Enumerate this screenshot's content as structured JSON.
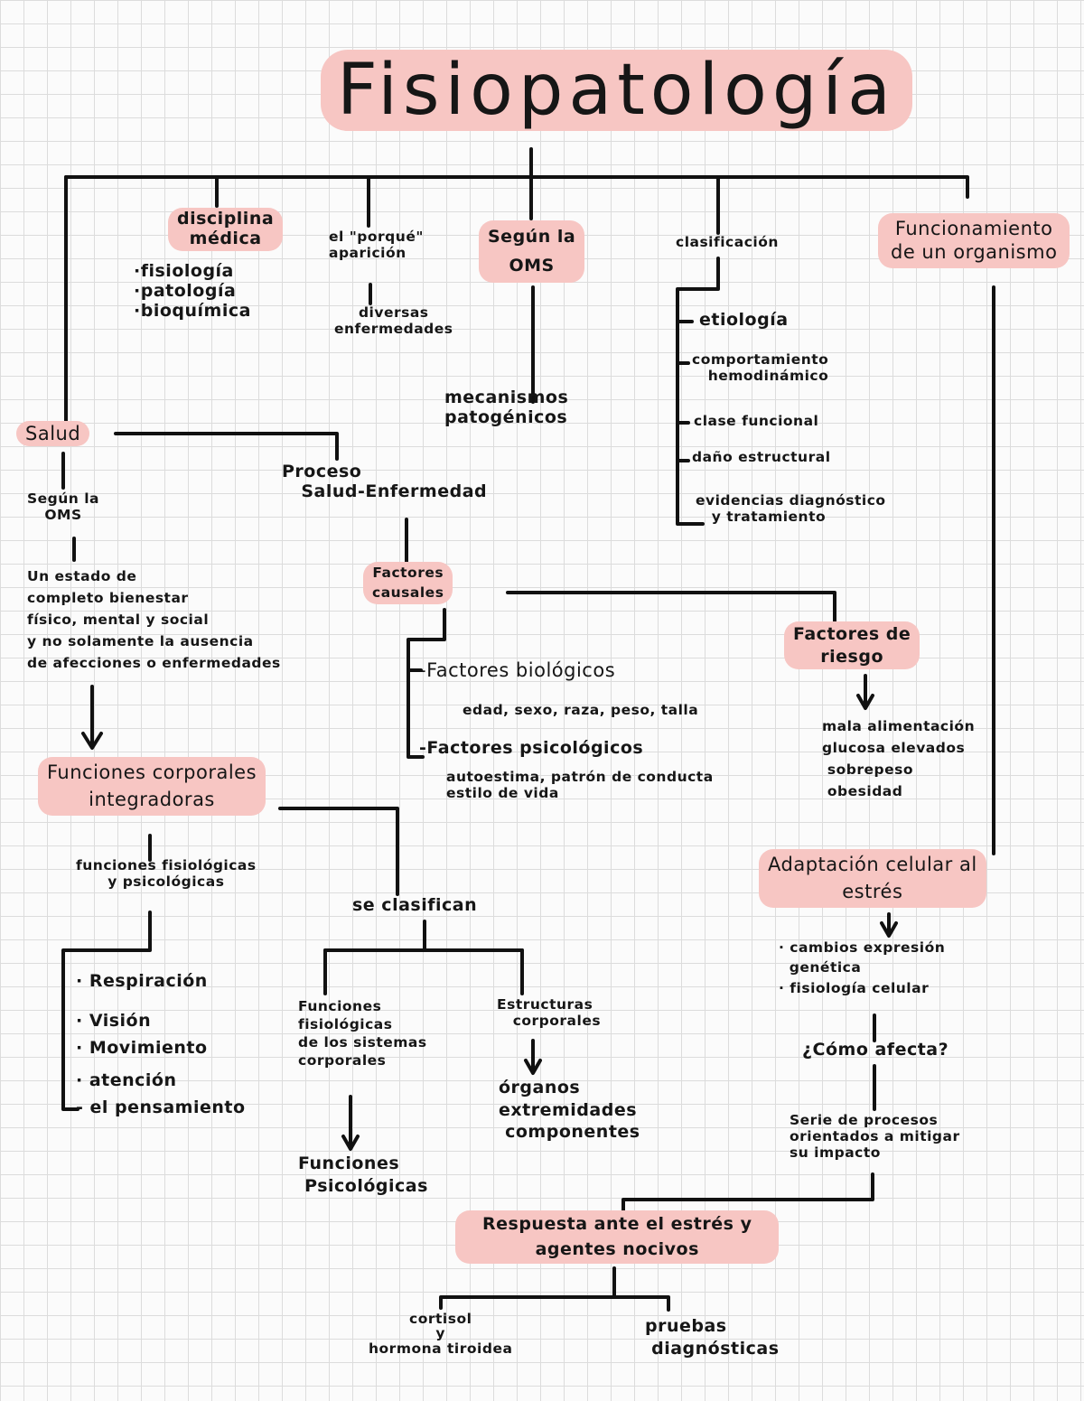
{
  "title": "Fisiopatología",
  "disciplina": {
    "label": "disciplina\nmédica",
    "items": "·fisiología\n·patología\n·bioquímica"
  },
  "porque": {
    "label": "el \"porqué\"\naparición",
    "detail": "diversas\nenfermedades"
  },
  "oms_top": {
    "label": "Según la\nOMS",
    "detail": "mecanismos\npatogénicos"
  },
  "clasificacion": {
    "label": "clasificación",
    "items": [
      "etiología",
      "comportamiento\n   hemodinámico",
      "clase funcional",
      "daño estructural",
      "evidencias diagnóstico\n   y tratamiento"
    ]
  },
  "funcionamiento": {
    "label": "Funcionamiento\nde un organismo"
  },
  "salud": {
    "label": "Salud",
    "oms": "Según la\nOMS",
    "definition": "Un estado de\ncompleto bienestar\nfísico, mental y social\ny no solamente la ausencia\nde afecciones o enfermedades"
  },
  "proceso": {
    "label": "Proceso\n   Salud-Enfermedad"
  },
  "factores_causales": {
    "label": "Factores\ncausales",
    "biologicos": "-Factores biológicos",
    "biologicos_detail": "edad, sexo, raza, peso, talla",
    "psicologicos": "-Factores psicológicos",
    "psicologicos_detail": "autoestima, patrón de conducta\nestilo de vida"
  },
  "factores_riesgo": {
    "label": "Factores de\nriesgo",
    "items": "mala alimentación\nglucosa elevados\n sobrepeso\n obesidad"
  },
  "funciones": {
    "label": "Funciones corporales\nintegradoras",
    "sub": "funciones fisiológicas\ny psicológicas",
    "items": [
      "· Respiración",
      "· Visión",
      "· Movimiento",
      "· atención",
      "- el pensamiento"
    ],
    "clasifican": "se clasifican",
    "fisiologicas": "Funciones\nfisiológicas\nde los sistemas\ncorporales",
    "psicologicas": "Funciones\n Psicológicas",
    "estructuras": "Estructuras\n   corporales",
    "organos": "órganos\nextremidades\n componentes"
  },
  "adaptacion": {
    "label": "Adaptación celular al\nestrés",
    "items": "· cambios expresión\n  genética\n· fisiología celular",
    "como": "¿Cómo afecta?",
    "serie": "Serie de procesos\norientados a mitigar\nsu impacto"
  },
  "respuesta": {
    "label": "Respuesta ante el estrés y\nagentes nocivos",
    "cortisol": "cortisol\ny\nhormona tiroidea",
    "pruebas": "pruebas\n diagnósticas"
  }
}
